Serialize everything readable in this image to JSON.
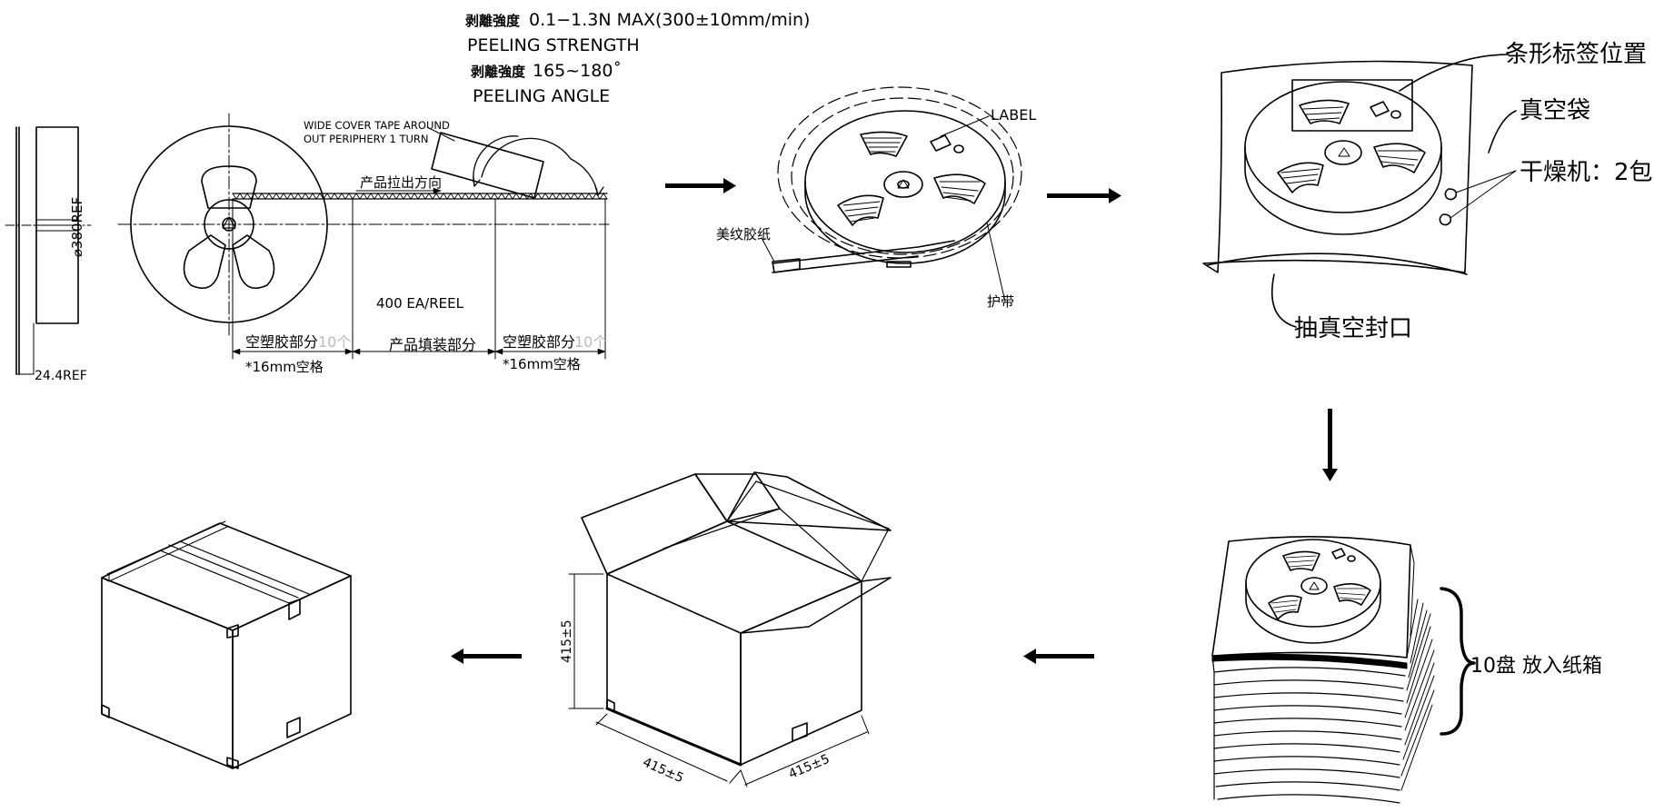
{
  "peel": {
    "strength_cn": "剥離強度",
    "strength_value": "0.1−1.3N MAX(300±10mm/min)",
    "strength_en": "PEELING STRENGTH",
    "angle_cn": "剥離強度",
    "angle_value": "165~180˚",
    "angle_en": "PEELING ANGLE"
  },
  "reel": {
    "cover_tape_note_1": "WIDE COVER TAPE AROUND",
    "cover_tape_note_2": "OUT PERIPHERY 1 TURN",
    "diameter": "⌀380REF",
    "width": "24.4REF",
    "pull_direction": "产品拉出方向",
    "quantity": "400  EA/REEL",
    "empty_left": "空塑胶部分",
    "empty_left_count": "10个",
    "fill": "产品填装部分",
    "empty_right": "空塑胶部分",
    "empty_right_count": "10个",
    "spacing_left": "*16mm空格",
    "spacing_right": "*16mm空格"
  },
  "wrap": {
    "label": "LABEL",
    "tape": "美纹胶纸",
    "guard_band": "护带"
  },
  "vacuum": {
    "barcode_position": "条形标签位置",
    "vacuum_bag": "真空袋",
    "desiccant": "干燥机：2包",
    "seal": "抽真空封口"
  },
  "stack": {
    "into_box": "10盘  放入纸箱"
  },
  "box": {
    "height": "415±5",
    "length": "415±5",
    "width": "415±5"
  },
  "palette": {
    "ink": "#000000",
    "paper": "#ffffff",
    "faint": "#cccccc"
  }
}
